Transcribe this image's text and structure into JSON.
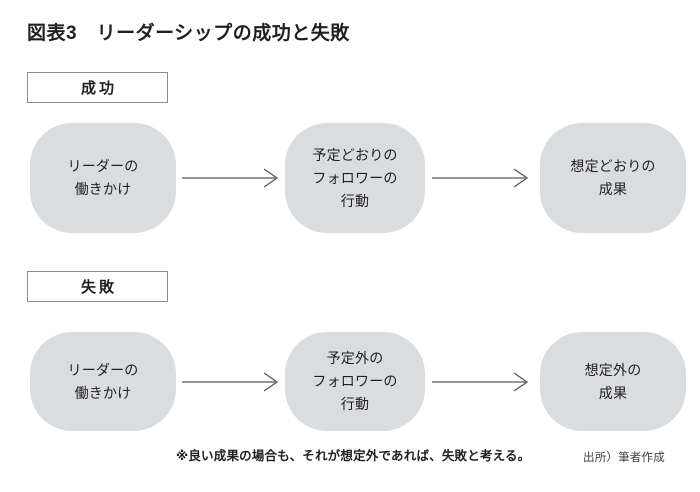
{
  "figure": {
    "title": "図表3　リーダーシップの成功と失敗",
    "footnote": "※良い成果の場合も、それが想定外であれば、失敗と考える。",
    "source": "出所）筆者作成",
    "colors": {
      "node_fill": "#dadddf",
      "text": "#231f20",
      "border": "#8b8d8f",
      "arrow": "#55565a",
      "background": "#ffffff"
    }
  },
  "rows": [
    {
      "id": "success",
      "label": "成功",
      "nodes": [
        {
          "id": "leader-action",
          "lines": [
            "リーダーの",
            "働きかけ"
          ]
        },
        {
          "id": "expected-follower-behavior",
          "lines": [
            "予定どおりの",
            "フォロワーの",
            "行動"
          ]
        },
        {
          "id": "expected-outcome",
          "lines": [
            "想定どおりの",
            "成果"
          ]
        }
      ],
      "arrows": [
        {
          "id": "arrow-success-1",
          "from": "leader-action",
          "to": "expected-follower-behavior"
        },
        {
          "id": "arrow-success-2",
          "from": "expected-follower-behavior",
          "to": "expected-outcome"
        }
      ]
    },
    {
      "id": "failure",
      "label": "失敗",
      "nodes": [
        {
          "id": "leader-action",
          "lines": [
            "リーダーの",
            "働きかけ"
          ]
        },
        {
          "id": "unexpected-follower-behavior",
          "lines": [
            "予定外の",
            "フォロワーの",
            "行動"
          ]
        },
        {
          "id": "unexpected-outcome",
          "lines": [
            "想定外の",
            "成果"
          ]
        }
      ],
      "arrows": [
        {
          "id": "arrow-failure-1",
          "from": "leader-action",
          "to": "unexpected-follower-behavior"
        },
        {
          "id": "arrow-failure-2",
          "from": "unexpected-follower-behavior",
          "to": "unexpected-outcome"
        }
      ]
    }
  ]
}
